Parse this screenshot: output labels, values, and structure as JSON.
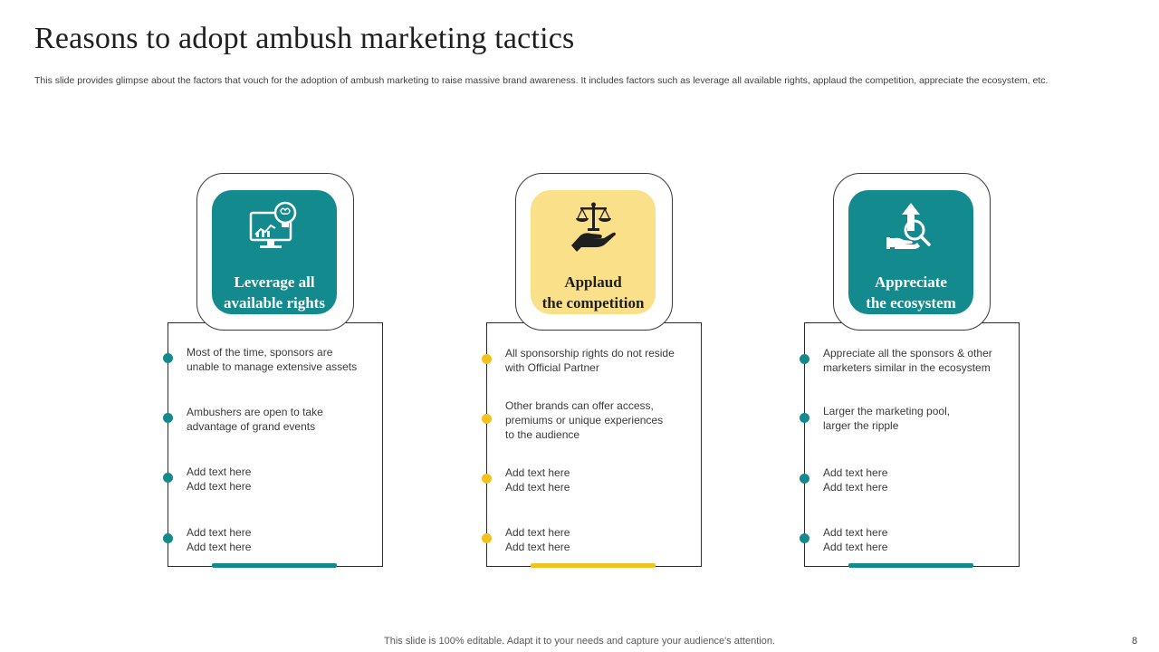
{
  "title": "Reasons to adopt ambush marketing tactics",
  "subtitle": "This slide provides glimpse about the factors that vouch for the adoption of ambush marketing to raise massive brand awareness. It includes factors such as leverage all available rights, applaud the competition, appreciate the ecosystem, etc.",
  "colors": {
    "teal": "#128a8e",
    "gold": "#f4c21f",
    "light_gold": "#fbe08a"
  },
  "cards": [
    {
      "heading": "Leverage all\navailable rights",
      "icon": "monitor-lightbulb-icon",
      "items": [
        "Most of the time, sponsors are\nunable to manage extensive assets",
        "Ambushers are open to take\nadvantage  of grand events",
        "Add text here\nAdd text here",
        "Add text here\nAdd text here"
      ]
    },
    {
      "heading": "Applaud\nthe competition",
      "icon": "scale-hand-icon",
      "items": [
        "All sponsorship rights do not reside\nwith Official Partner",
        "Other brands can offer access,\npremiums or unique experiences\nto the audience",
        "Add text here\nAdd text here",
        "Add text here\nAdd text here"
      ]
    },
    {
      "heading": "Appreciate\nthe ecosystem",
      "icon": "growth-hand-icon",
      "items": [
        "Appreciate all the sponsors & other\nmarketers similar in the ecosystem",
        "Larger the marketing pool,\nlarger the ripple",
        "Add text here\nAdd text here",
        "Add text here\nAdd text here"
      ]
    }
  ],
  "footer": "This slide is 100% editable. Adapt it to your needs and capture your audience's attention.",
  "page_number": "8"
}
